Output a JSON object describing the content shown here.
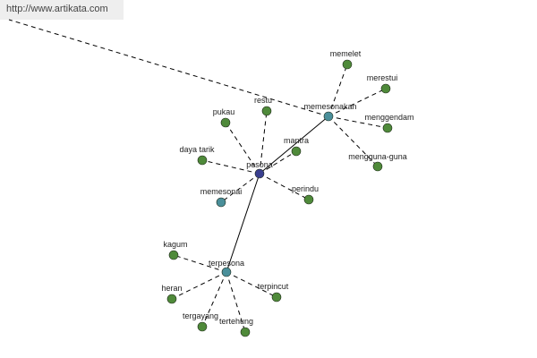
{
  "banner": {
    "url": "http://www.artikata.com"
  },
  "colors": {
    "hub": "#3a3f8f",
    "subhub": "#4a8f9a",
    "leaf": "#4f8a3a",
    "edge": "#000000",
    "banner_bg": "#eeeeee"
  },
  "nodes": [
    {
      "id": "pesona",
      "label": "pesona",
      "kind": "hub"
    },
    {
      "id": "memesonakan",
      "label": "memesonakan",
      "kind": "subhub"
    },
    {
      "id": "terpesona",
      "label": "terpesona",
      "kind": "subhub"
    },
    {
      "id": "memesonai",
      "label": "memesonai",
      "kind": "subhub"
    },
    {
      "id": "memelet",
      "label": "memelet",
      "kind": "leaf"
    },
    {
      "id": "merestui",
      "label": "merestui",
      "kind": "leaf"
    },
    {
      "id": "menggendam",
      "label": "menggendam",
      "kind": "leaf"
    },
    {
      "id": "mengguna-guna",
      "label": "mengguna-guna",
      "kind": "leaf"
    },
    {
      "id": "restu",
      "label": "restu",
      "kind": "leaf"
    },
    {
      "id": "pukau",
      "label": "pukau",
      "kind": "leaf"
    },
    {
      "id": "mantra",
      "label": "mantra",
      "kind": "leaf"
    },
    {
      "id": "daya-tarik",
      "label": "daya tarik",
      "kind": "leaf"
    },
    {
      "id": "perindu",
      "label": "perindu",
      "kind": "leaf"
    },
    {
      "id": "kagum",
      "label": "kagum",
      "kind": "leaf"
    },
    {
      "id": "heran",
      "label": "heran",
      "kind": "leaf"
    },
    {
      "id": "terpincut",
      "label": "terpincut",
      "kind": "leaf"
    },
    {
      "id": "tergayang",
      "label": "tergayang",
      "kind": "leaf"
    },
    {
      "id": "tertehung",
      "label": "tertehung",
      "kind": "leaf"
    }
  ],
  "edges": [
    {
      "from": "pesona",
      "to": "memesonakan",
      "style": "solid"
    },
    {
      "from": "pesona",
      "to": "terpesona",
      "style": "solid"
    },
    {
      "from": "pesona",
      "to": "memesonai",
      "style": "dashed"
    },
    {
      "from": "pesona",
      "to": "restu",
      "style": "dashed"
    },
    {
      "from": "pesona",
      "to": "pukau",
      "style": "dashed"
    },
    {
      "from": "pesona",
      "to": "mantra",
      "style": "dashed"
    },
    {
      "from": "pesona",
      "to": "daya-tarik",
      "style": "dashed"
    },
    {
      "from": "pesona",
      "to": "perindu",
      "style": "dashed"
    },
    {
      "from": "memesonakan",
      "to": "memelet",
      "style": "dashed"
    },
    {
      "from": "memesonakan",
      "to": "merestui",
      "style": "dashed"
    },
    {
      "from": "memesonakan",
      "to": "menggendam",
      "style": "dashed"
    },
    {
      "from": "memesonakan",
      "to": "mengguna-guna",
      "style": "dashed"
    },
    {
      "from": "memesonakan",
      "to": "banner",
      "style": "dashed"
    },
    {
      "from": "terpesona",
      "to": "kagum",
      "style": "dashed"
    },
    {
      "from": "terpesona",
      "to": "heran",
      "style": "dashed"
    },
    {
      "from": "terpesona",
      "to": "terpincut",
      "style": "dashed"
    },
    {
      "from": "terpesona",
      "to": "tergayang",
      "style": "dashed"
    },
    {
      "from": "terpesona",
      "to": "tertehung",
      "style": "dashed"
    }
  ]
}
